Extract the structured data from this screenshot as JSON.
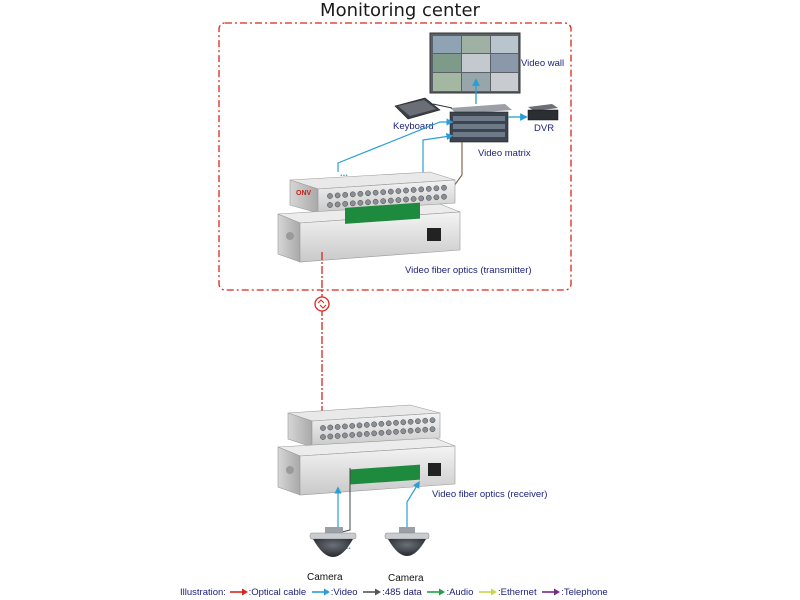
{
  "title": "Monitoring center",
  "labels": {
    "video_wall": "Video wall",
    "keyboard": "Keyboard",
    "dvr": "DVR",
    "video_matrix": "Video matrix",
    "transmitter": "Video fiber optics (transmitter)",
    "receiver": "Video fiber optics (receiver)",
    "camera_1": "Camera",
    "camera_2": "Camera",
    "brand": "ONV",
    "dots": "..."
  },
  "legend": {
    "title": "Illustration:",
    "items": [
      {
        "label": "Optical  cable",
        "color": "#d9261c"
      },
      {
        "label": "Video",
        "color": "#2a9fd6"
      },
      {
        "label": "485  data",
        "color": "#555555"
      },
      {
        "label": "Audio",
        "color": "#22a04a"
      },
      {
        "label": "Ethernet",
        "color": "#c8d84a"
      },
      {
        "label": "Telephone",
        "color": "#7a2a8a"
      }
    ]
  },
  "colors": {
    "optical": "#d9261c",
    "video": "#2a9fd6",
    "data485": "#6b4a3a",
    "frame": "#d9261c"
  }
}
